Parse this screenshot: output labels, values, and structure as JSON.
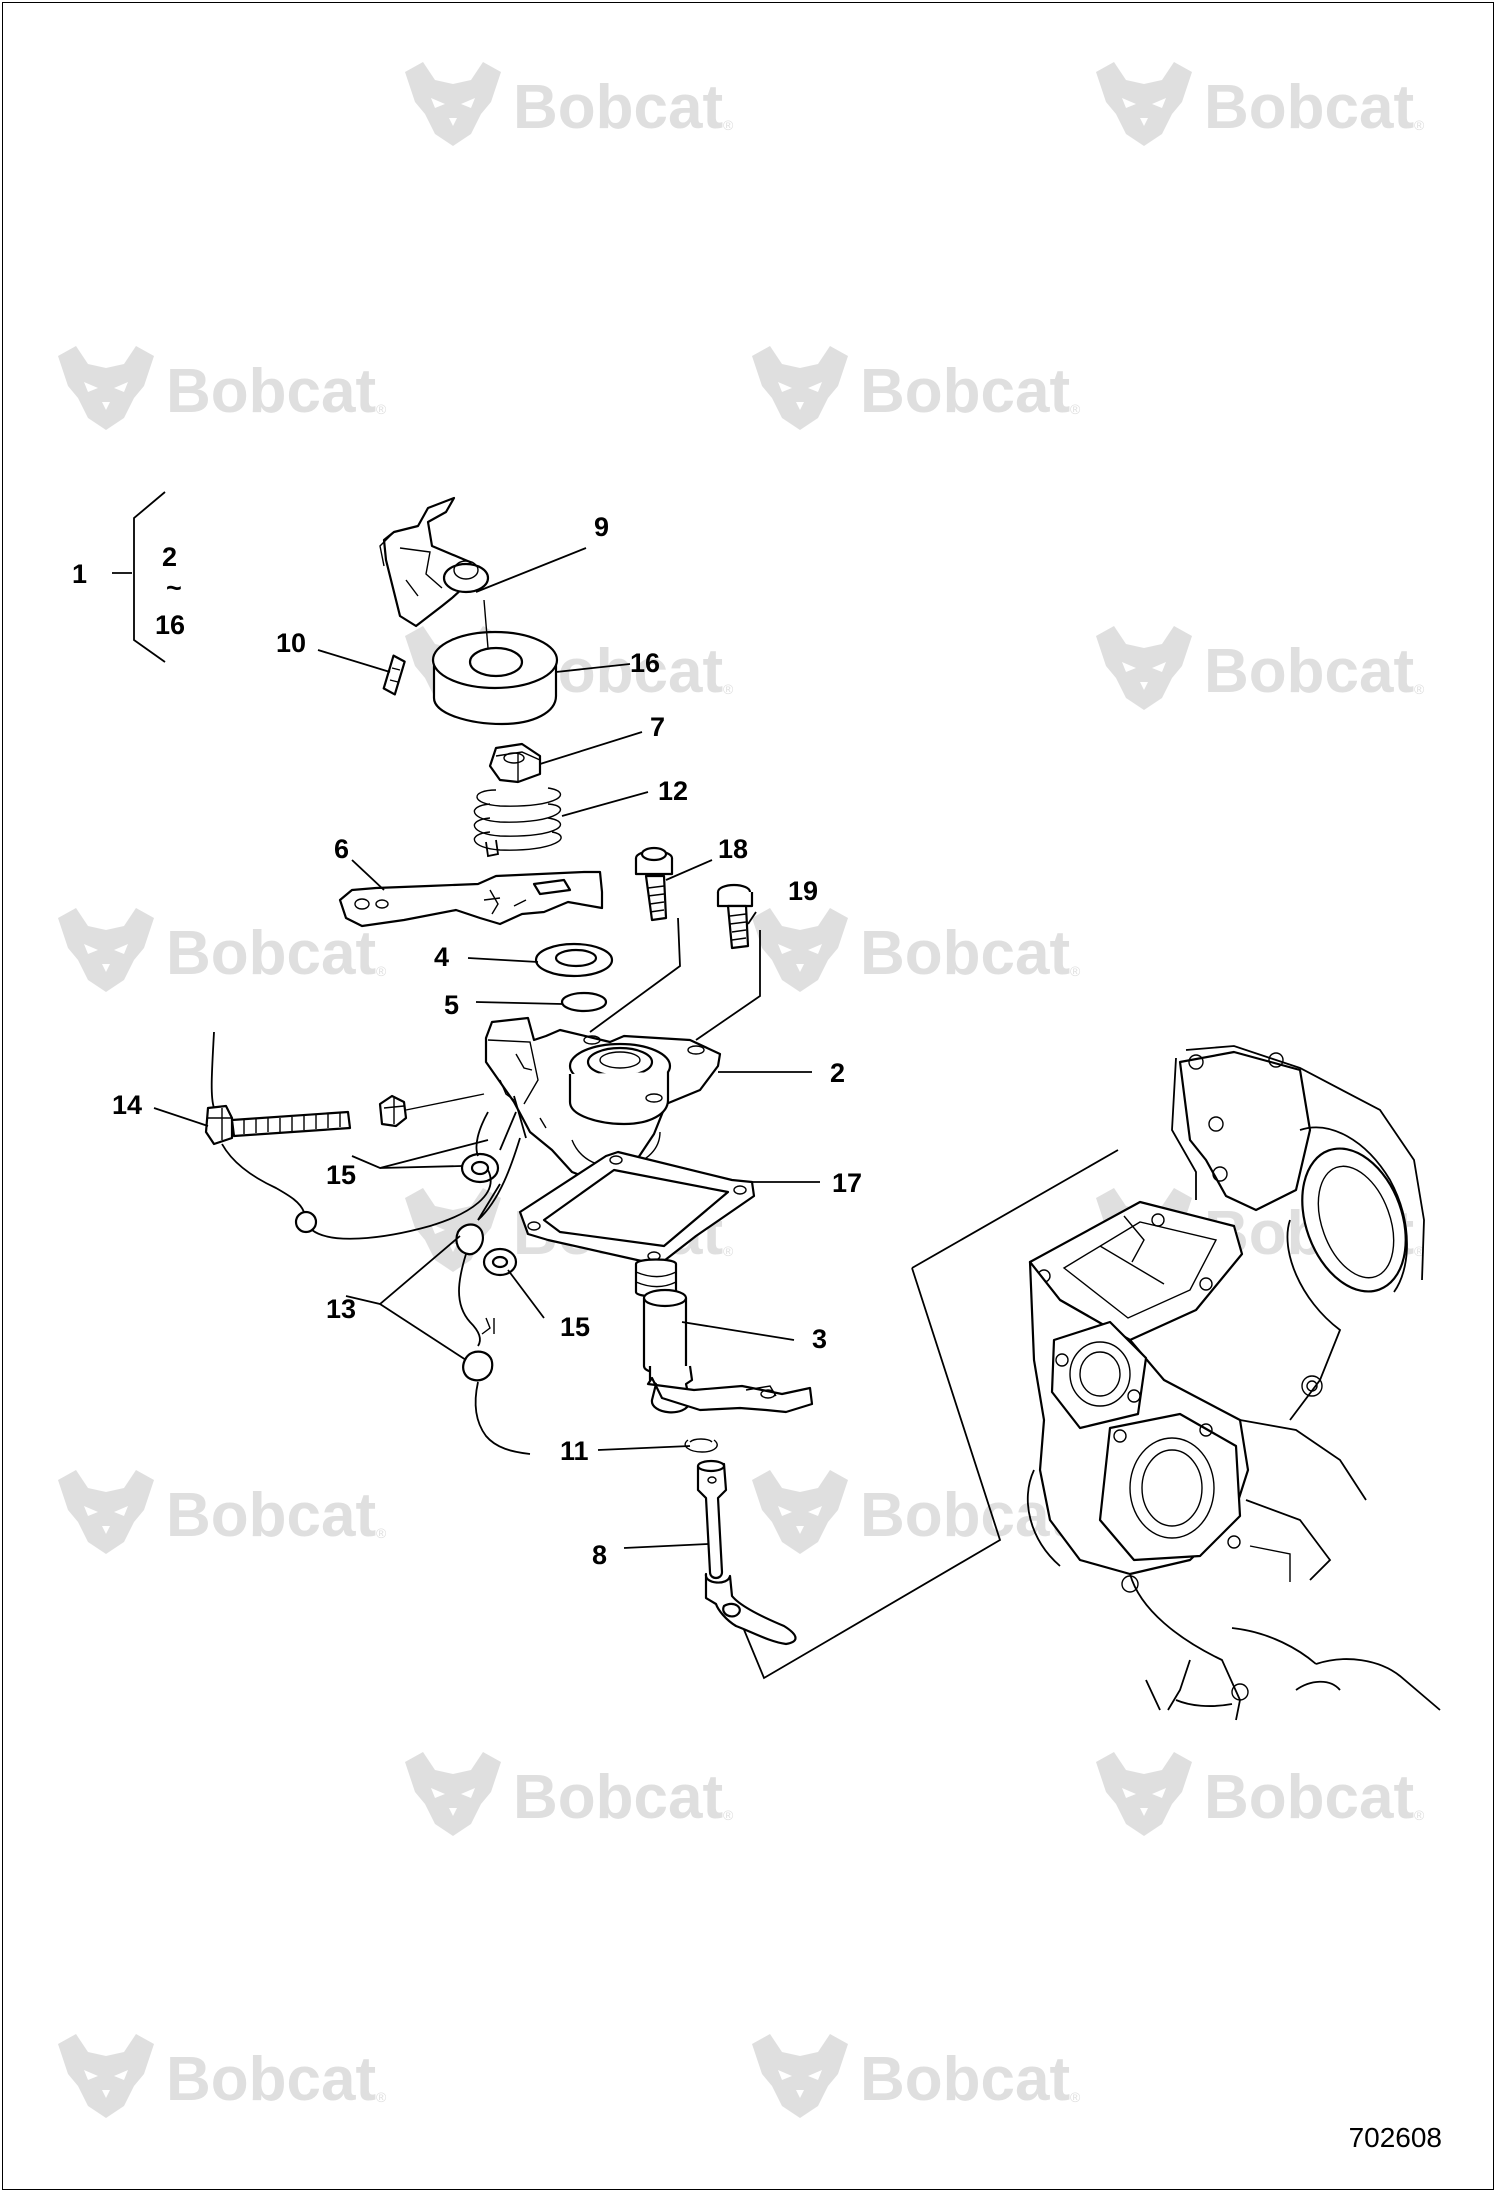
{
  "watermark": {
    "brand": "Bobcat",
    "mark": "®",
    "logo_icon": "bobcat-head-logo"
  },
  "figure_number": "702608",
  "group": {
    "label": "1",
    "range_start": "2",
    "range_sep": "~",
    "range_end": "16"
  },
  "callouts": {
    "c2": "2",
    "c3": "3",
    "c4": "4",
    "c5": "5",
    "c6": "6",
    "c7": "7",
    "c8": "8",
    "c9": "9",
    "c10": "10",
    "c11": "11",
    "c12": "12",
    "c13": "13",
    "c14": "14",
    "c15a": "15",
    "c15b": "15",
    "c16": "16",
    "c17": "17",
    "c18": "18",
    "c19": "19"
  }
}
